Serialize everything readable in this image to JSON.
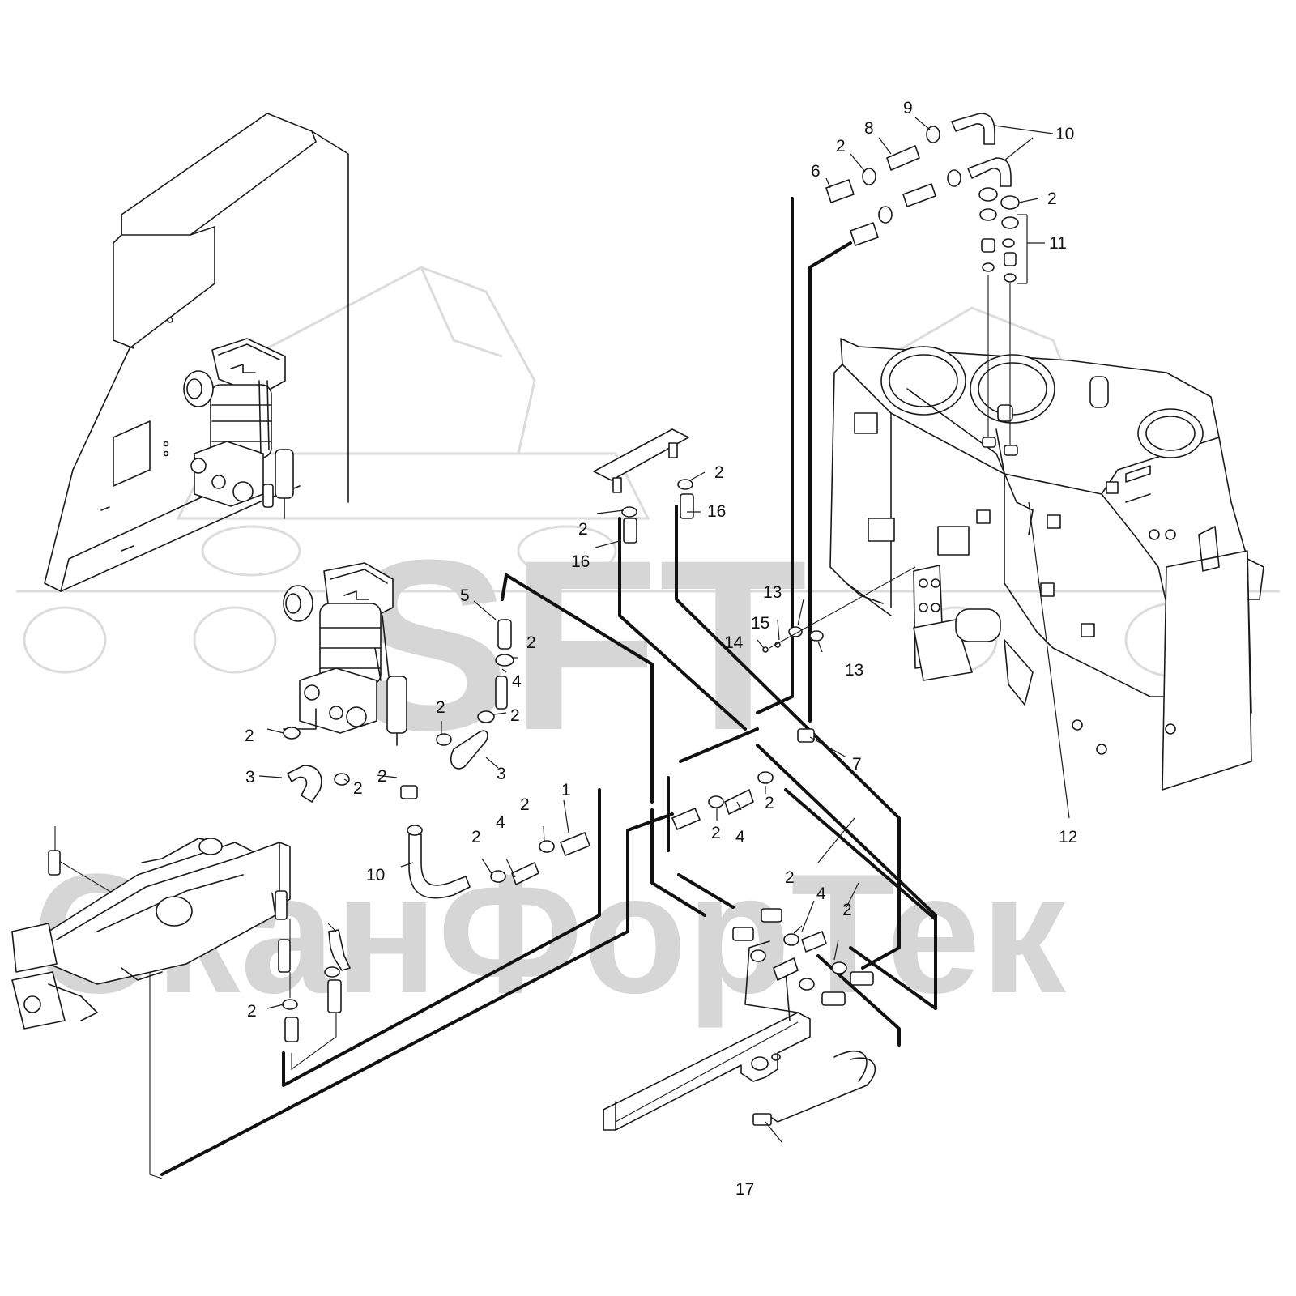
{
  "watermark": {
    "big_text": "SFT",
    "company_text": "СканФорТек"
  },
  "callouts": [
    {
      "id": "c1",
      "label": "1"
    },
    {
      "id": "c2a",
      "label": "2"
    },
    {
      "id": "c2b",
      "label": "2"
    },
    {
      "id": "c2c",
      "label": "2"
    },
    {
      "id": "c2d",
      "label": "2"
    },
    {
      "id": "c2e",
      "label": "2"
    },
    {
      "id": "c2f",
      "label": "2"
    },
    {
      "id": "c2g",
      "label": "2"
    },
    {
      "id": "c2h",
      "label": "2"
    },
    {
      "id": "c2i",
      "label": "2"
    },
    {
      "id": "c2j",
      "label": "2"
    },
    {
      "id": "c2k",
      "label": "2"
    },
    {
      "id": "c2l",
      "label": "2"
    },
    {
      "id": "c2m",
      "label": "2"
    },
    {
      "id": "c2n",
      "label": "2"
    },
    {
      "id": "c2o",
      "label": "2"
    },
    {
      "id": "c2p",
      "label": "2"
    },
    {
      "id": "c2q",
      "label": "2"
    },
    {
      "id": "c2r",
      "label": "2"
    },
    {
      "id": "c3a",
      "label": "3"
    },
    {
      "id": "c3b",
      "label": "3"
    },
    {
      "id": "c4a",
      "label": "4"
    },
    {
      "id": "c4b",
      "label": "4"
    },
    {
      "id": "c4c",
      "label": "4"
    },
    {
      "id": "c4d",
      "label": "4"
    },
    {
      "id": "c5",
      "label": "5"
    },
    {
      "id": "c6",
      "label": "6"
    },
    {
      "id": "c7",
      "label": "7"
    },
    {
      "id": "c8",
      "label": "8"
    },
    {
      "id": "c9",
      "label": "9"
    },
    {
      "id": "c10a",
      "label": "10"
    },
    {
      "id": "c10b",
      "label": "10"
    },
    {
      "id": "c11",
      "label": "11"
    },
    {
      "id": "c12",
      "label": "12"
    },
    {
      "id": "c13a",
      "label": "13"
    },
    {
      "id": "c13b",
      "label": "13"
    },
    {
      "id": "c14",
      "label": "14"
    },
    {
      "id": "c15",
      "label": "15"
    },
    {
      "id": "c16a",
      "label": "16"
    },
    {
      "id": "c16b",
      "label": "16"
    },
    {
      "id": "c17",
      "label": "17"
    }
  ]
}
